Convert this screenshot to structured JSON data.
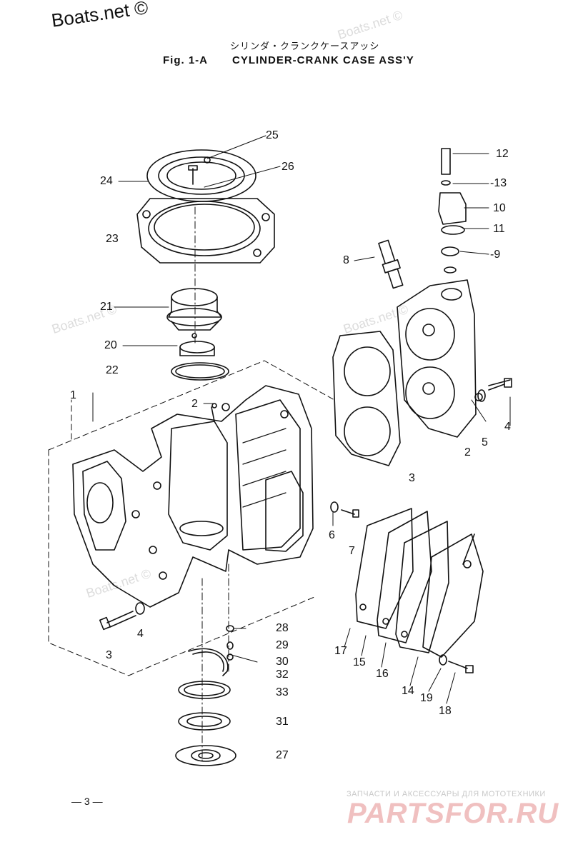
{
  "header": {
    "watermark": "Boats.net ©",
    "japanese_title": "シリンダ・クランクケースアッシ",
    "figure_label": "Fig. 1-A",
    "figure_title": "CYLINDER-CRANK CASE ASS'Y"
  },
  "watermarks": [
    "Boats.net ©",
    "Boats.net ©",
    "Boats.net ©",
    "Boats.net ©"
  ],
  "callouts": {
    "c25": "25",
    "c26": "26",
    "c24": "24",
    "c23": "23",
    "c21": "21",
    "c20": "20",
    "c22": "22",
    "c12": "12",
    "c13": "-13",
    "c10": "10",
    "c11": "11",
    "c9": "-9",
    "c8": "8",
    "c1": "1",
    "c2a": "2",
    "c2b": "2",
    "c3a": "3",
    "c3b": "3",
    "c4a": "4",
    "c4b": "4",
    "c5": "5",
    "c6": "6",
    "c7": "7",
    "c15": "15",
    "c16": "16",
    "c17": "17",
    "c14": "14",
    "c19": "19",
    "c18": "18",
    "c28": "28",
    "c29": "29",
    "c30": "30",
    "c32": "32",
    "c33": "33",
    "c31": "31",
    "c27": "27"
  },
  "footer": {
    "page_number": "— 3 —",
    "brand_subtitle": "ЗАПЧАСТИ И АКСЕССУАРЫ ДЛЯ МОТОТЕХНИКИ",
    "brand_logo": "PARTSFOR.RU"
  }
}
